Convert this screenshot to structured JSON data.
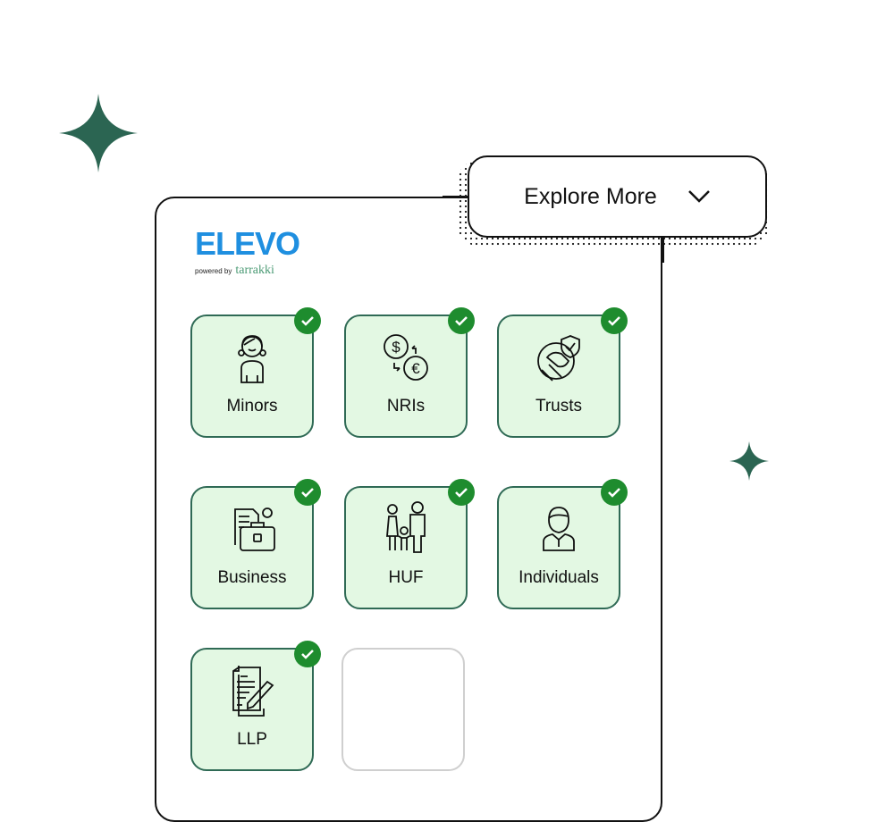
{
  "brand": {
    "logo_text": "ELEVO",
    "powered_by": "powered by",
    "partner": "tarrakki",
    "accent_color": "#1f8fe0",
    "partner_color": "#4a9a74"
  },
  "explore_button": {
    "label": "Explore More",
    "icon": "chevron-down-icon"
  },
  "tiles": [
    {
      "label": "Minors",
      "icon": "girl-icon",
      "checked": true
    },
    {
      "label": "NRIs",
      "icon": "currency-exchange-icon",
      "checked": true
    },
    {
      "label": "Trusts",
      "icon": "handshake-shield-icon",
      "checked": true
    },
    {
      "label": "Business",
      "icon": "briefcase-document-icon",
      "checked": true
    },
    {
      "label": "HUF",
      "icon": "family-icon",
      "checked": true
    },
    {
      "label": "Individuals",
      "icon": "person-icon",
      "checked": true
    },
    {
      "label": "LLP",
      "icon": "contract-pen-icon",
      "checked": true
    }
  ],
  "colors": {
    "sparkle": "#2b6552",
    "tile_bg": "#e3f8e3",
    "tile_border": "#2f6a55",
    "check": "#1e8c2e"
  }
}
